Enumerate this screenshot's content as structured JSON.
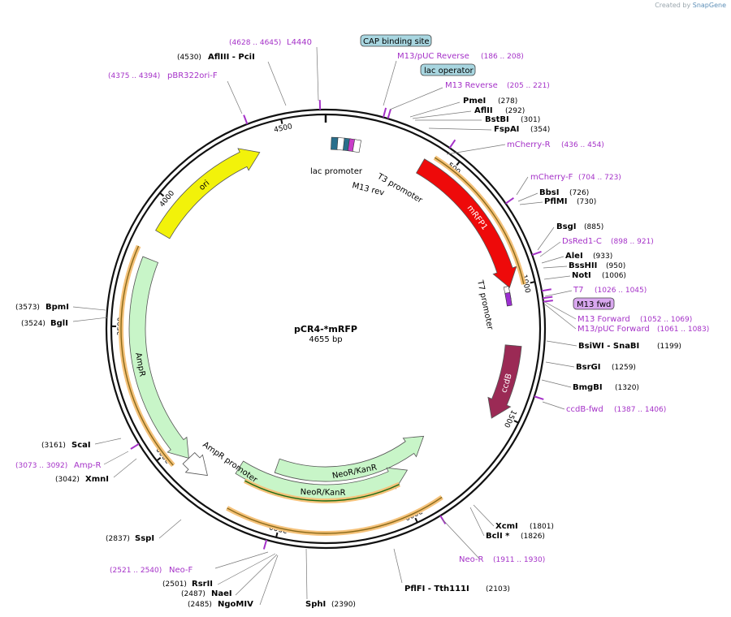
{
  "credit": {
    "prefix": "Created by",
    "brand": "SnapGene"
  },
  "plasmid": {
    "name": "pCR4-*mRFP",
    "length_label": "4655 bp",
    "length": 4655
  },
  "ticks": [
    {
      "bp": 0,
      "label": ""
    },
    {
      "bp": 500,
      "label": "500"
    },
    {
      "bp": 1000,
      "label": "1000"
    },
    {
      "bp": 1500,
      "label": "1500"
    },
    {
      "bp": 2000,
      "label": "2000"
    },
    {
      "bp": 2500,
      "label": "2500"
    },
    {
      "bp": 3000,
      "label": "3000"
    },
    {
      "bp": 3500,
      "label": "3500"
    },
    {
      "bp": 4000,
      "label": "4000"
    },
    {
      "bp": 4500,
      "label": "4500"
    }
  ],
  "features": [
    {
      "key": "mrfp1",
      "label": "mRFP1",
      "start": 390,
      "end": 1000,
      "color": "#ee0a0a",
      "dir": 1,
      "track": "inner",
      "label_on": true
    },
    {
      "key": "ccdb",
      "label": "ccdB",
      "start": 1230,
      "end": 1530,
      "color": "#9b2a55",
      "dir": 1,
      "track": "inner",
      "label_on": true
    },
    {
      "key": "ori",
      "label": "ori",
      "start": 3880,
      "end": 4390,
      "color": "#f2f20a",
      "dir": 1,
      "track": "inner",
      "label_on": true
    },
    {
      "key": "ampr",
      "label": "AmpR",
      "start": 2930,
      "end": 3770,
      "color": "#c8f5c8",
      "dir": -1,
      "track": "inner",
      "label_on": true
    },
    {
      "key": "neokan1",
      "label": "NeoR/KanR",
      "start": 1780,
      "end": 2580,
      "color": "#c8f5c8",
      "dir": -1,
      "track": "inner2",
      "label_on": true
    },
    {
      "key": "neokan2",
      "label": "NeoR/KanR",
      "start": 1940,
      "end": 2740,
      "color": "#c8f5c8",
      "dir": -1,
      "track": "inner3",
      "label_on": true
    },
    {
      "key": "ampprom",
      "label": "AmpR promoter",
      "start": 2830,
      "end": 2930,
      "color": "#ffffff",
      "dir": -1,
      "track": "inner",
      "label_on": false
    }
  ],
  "feature_labels": [
    {
      "key": "lacprom",
      "text": "lac promoter"
    },
    {
      "key": "m13rev",
      "text": "M13 rev"
    },
    {
      "key": "t3prom",
      "text": "T3 promoter"
    },
    {
      "key": "t7prom",
      "text": "T7 promoter"
    },
    {
      "key": "ampprom",
      "text": "AmpR promoter"
    }
  ],
  "enzymes": [
    {
      "name": "PmeI",
      "pos": "(278)",
      "bp": 278
    },
    {
      "name": "AflII",
      "pos": "(292)",
      "bp": 292
    },
    {
      "name": "BstBI",
      "pos": "(301)",
      "bp": 301
    },
    {
      "name": "FspAI",
      "pos": "(354)",
      "bp": 354
    },
    {
      "name": "BbsI",
      "pos": "(726)",
      "bp": 726
    },
    {
      "name": "PflMI",
      "pos": "(730)",
      "bp": 730
    },
    {
      "name": "BsgI",
      "pos": "(885)",
      "bp": 885
    },
    {
      "name": "AleI",
      "pos": "(933)",
      "bp": 933
    },
    {
      "name": "BssHII",
      "pos": "(950)",
      "bp": 950
    },
    {
      "name": "NotI",
      "pos": "(1006)",
      "bp": 1006
    },
    {
      "name": "BsiWI - SnaBI",
      "pos": "(1199)",
      "bp": 1199
    },
    {
      "name": "BsrGI",
      "pos": "(1259)",
      "bp": 1259
    },
    {
      "name": "BmgBI",
      "pos": "(1320)",
      "bp": 1320
    },
    {
      "name": "XcmI",
      "pos": "(1801)",
      "bp": 1801
    },
    {
      "name": "BclI *",
      "pos": "(1826)",
      "bp": 1826
    },
    {
      "name": "PflFI - Tth111I",
      "pos": "(2103)",
      "bp": 2103
    },
    {
      "name": "SphI",
      "pos": "(2390)",
      "bp": 2390
    },
    {
      "name": "RsrII",
      "pos": "(2501)",
      "bp": 2501
    },
    {
      "name": "NaeI",
      "pos": "(2487)",
      "bp": 2487
    },
    {
      "name": "NgoMIV",
      "pos": "(2485)",
      "bp": 2485
    },
    {
      "name": "SspI",
      "pos": "(2837)",
      "bp": 2837
    },
    {
      "name": "XmnI",
      "pos": "(3042)",
      "bp": 3042
    },
    {
      "name": "ScaI",
      "pos": "(3161)",
      "bp": 3161
    },
    {
      "name": "BglI",
      "pos": "(3524)",
      "bp": 3524
    },
    {
      "name": "BpmI",
      "pos": "(3573)",
      "bp": 3573
    },
    {
      "name": "AflIII - PciI",
      "pos": "(4530)",
      "bp": 4530
    }
  ],
  "primers": [
    {
      "name": "L4440",
      "pos": "(4628 .. 4645)",
      "bp": 4636
    },
    {
      "name": "pBR322ori-F",
      "pos": "(4375 .. 4394)",
      "bp": 4384
    },
    {
      "name": "M13/pUC Reverse",
      "pos": "(186 .. 208)",
      "bp": 197
    },
    {
      "name": "M13 Reverse",
      "pos": "(205 .. 221)",
      "bp": 213
    },
    {
      "name": "mCherry-R",
      "pos": "(436 .. 454)",
      "bp": 445
    },
    {
      "name": "mCherry-F",
      "pos": "(704 .. 723)",
      "bp": 713
    },
    {
      "name": "DsRed1-C",
      "pos": "(898 .. 921)",
      "bp": 909
    },
    {
      "name": "T7",
      "pos": "(1026 .. 1045)",
      "bp": 1035
    },
    {
      "name": "M13 Forward",
      "pos": "(1052 .. 1069)",
      "bp": 1060
    },
    {
      "name": "M13/pUC Forward",
      "pos": "(1061 .. 1083)",
      "bp": 1072
    },
    {
      "name": "ccdB-fwd",
      "pos": "(1387 .. 1406)",
      "bp": 1396
    },
    {
      "name": "Neo-R",
      "pos": "(1911 .. 1930)",
      "bp": 1920
    },
    {
      "name": "Neo-F",
      "pos": "(2521 .. 2540)",
      "bp": 2530
    },
    {
      "name": "Amp-R",
      "pos": "(3073 .. 3092)",
      "bp": 3082
    }
  ],
  "boxes": [
    {
      "text": "CAP binding site",
      "fill": "#a8d6e0"
    },
    {
      "text": "lac operator",
      "fill": "#a8d6e0"
    },
    {
      "text": "M13 fwd",
      "fill": "#d9a8ef"
    }
  ]
}
